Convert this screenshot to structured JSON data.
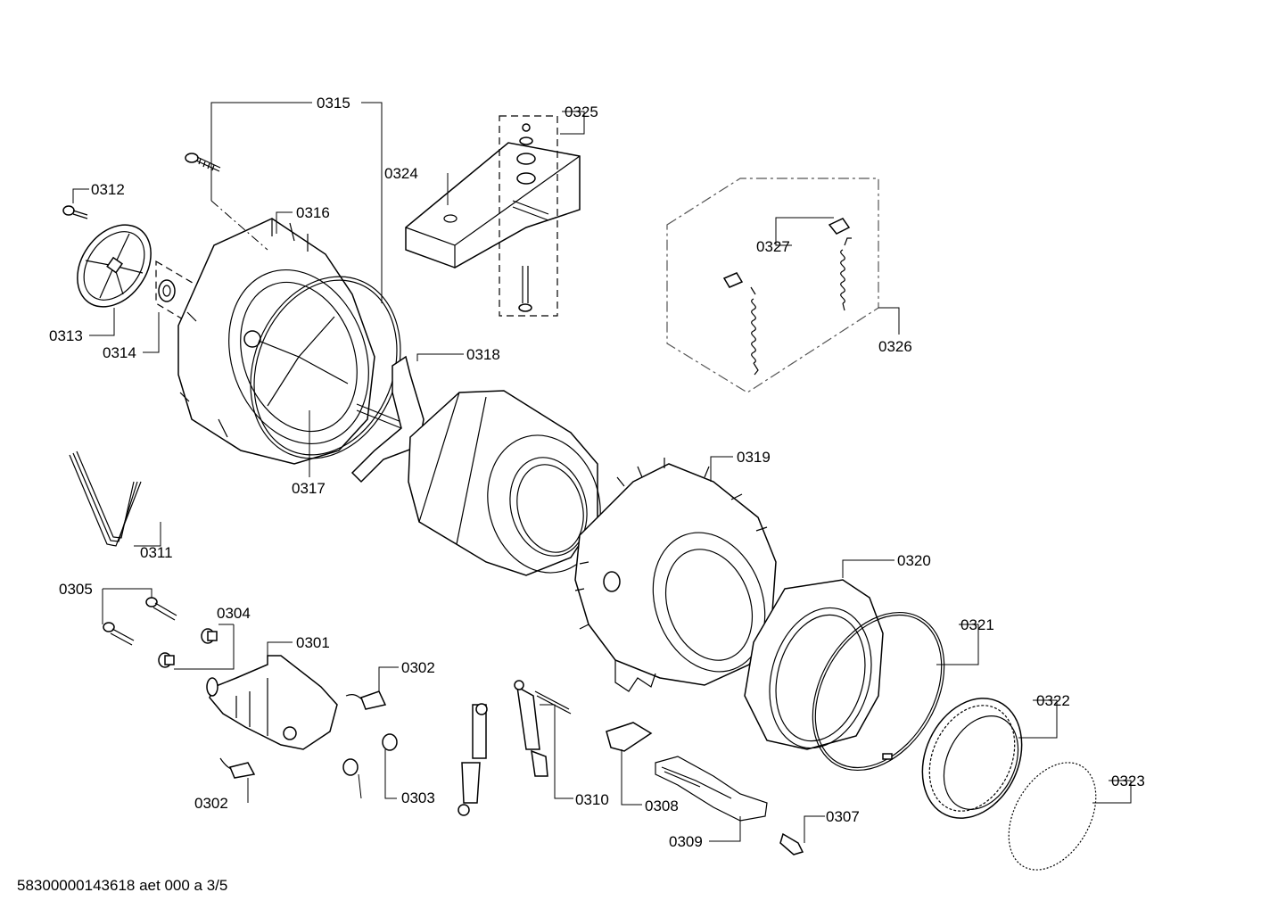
{
  "footer": {
    "drawing_id": "58300000143618 aet 000 a 3/5"
  },
  "callouts": {
    "c0301": "0301",
    "c0302a": "0302",
    "c0302b": "0302",
    "c0303": "0303",
    "c0304": "0304",
    "c0305": "0305",
    "c0307": "0307",
    "c0308": "0308",
    "c0309": "0309",
    "c0310": "0310",
    "c0311": "0311",
    "c0312": "0312",
    "c0313": "0313",
    "c0314": "0314",
    "c0315": "0315",
    "c0316": "0316",
    "c0317": "0317",
    "c0318": "0318",
    "c0319": "0319",
    "c0320": "0320",
    "c0321": "0321",
    "c0322": "0322",
    "c0323": "0323",
    "c0324": "0324",
    "c0325": "0325",
    "c0326": "0326",
    "c0327": "0327"
  }
}
